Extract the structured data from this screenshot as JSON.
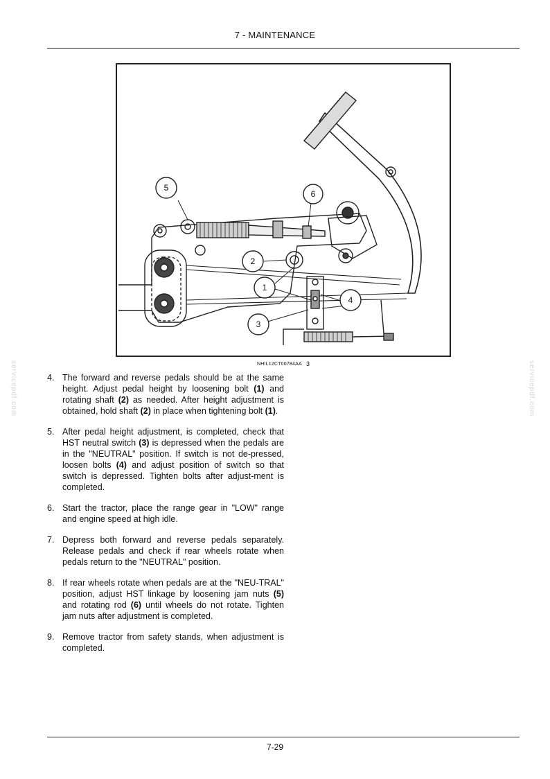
{
  "header": {
    "title": "7 - MAINTENANCE"
  },
  "figure": {
    "code": "NHIL12CT00784AA",
    "number": "3",
    "callouts": [
      "1",
      "2",
      "3",
      "4",
      "5",
      "6"
    ]
  },
  "steps": [
    {
      "num": "4.",
      "text": "The forward and reverse pedals should be at the same height.  Adjust pedal height by loosening bolt (1) and rotating shaft (2) as needed.  After height adjustment is obtained, hold shaft (2) in place when tightening bolt (1)."
    },
    {
      "num": "5.",
      "text": "After pedal height adjustment, is completed, check that HST neutral switch (3) is depressed when the pedals are in the \"NEUTRAL\" position.  If switch is not de-pressed, loosen bolts (4) and adjust position of switch so that switch is depressed. Tighten bolts after adjust-ment is completed."
    },
    {
      "num": "6.",
      "text": "Start the tractor, place the range gear in \"LOW\" range and engine speed at high idle."
    },
    {
      "num": "7.",
      "text": "Depress both forward and reverse pedals separately. Release pedals and check if rear wheels rotate when pedals return to the \"NEUTRAL\" position."
    },
    {
      "num": "8.",
      "text": "If rear wheels rotate when pedals are at the \"NEU-TRAL\" position, adjust HST linkage by loosening jam nuts (5) and rotating rod (6) until wheels do not rotate. Tighten jam nuts after adjustment is completed."
    },
    {
      "num": "9.",
      "text": "Remove tractor from safety stands, when adjustment is completed."
    }
  ],
  "footer": {
    "page": "7-29"
  },
  "watermark": {
    "text": "servicepdf.com"
  }
}
